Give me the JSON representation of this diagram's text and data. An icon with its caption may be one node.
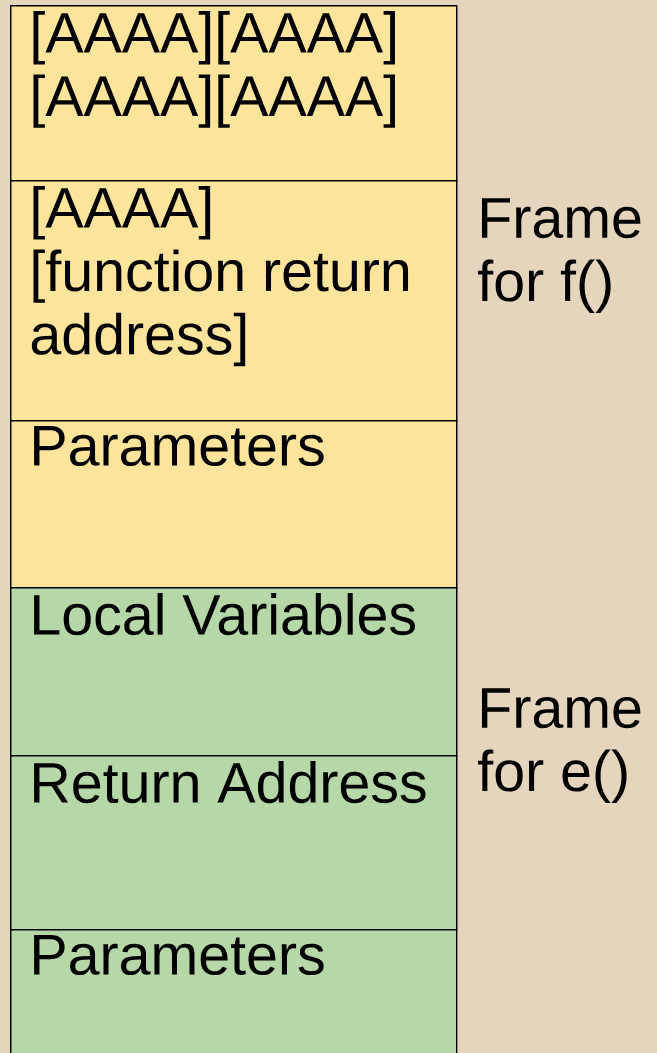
{
  "diagram": {
    "nodes": [
      {
        "text": [
          "[AAAA][AAAA] [AAAA][AAAA]"
        ]
      },
      {
        "text": [
          "[AAAA] [function return address]"
        ]
      },
      {
        "text": [
          "Parameters"
        ]
      },
      {
        "text": [
          "Local Variables"
        ]
      },
      {
        "text": [
          "Return Address"
        ]
      },
      {
        "text": [
          "Parameters"
        ]
      }
    ],
    "labels": [
      "Frame for f()",
      "Frame for e()"
    ]
  }
}
